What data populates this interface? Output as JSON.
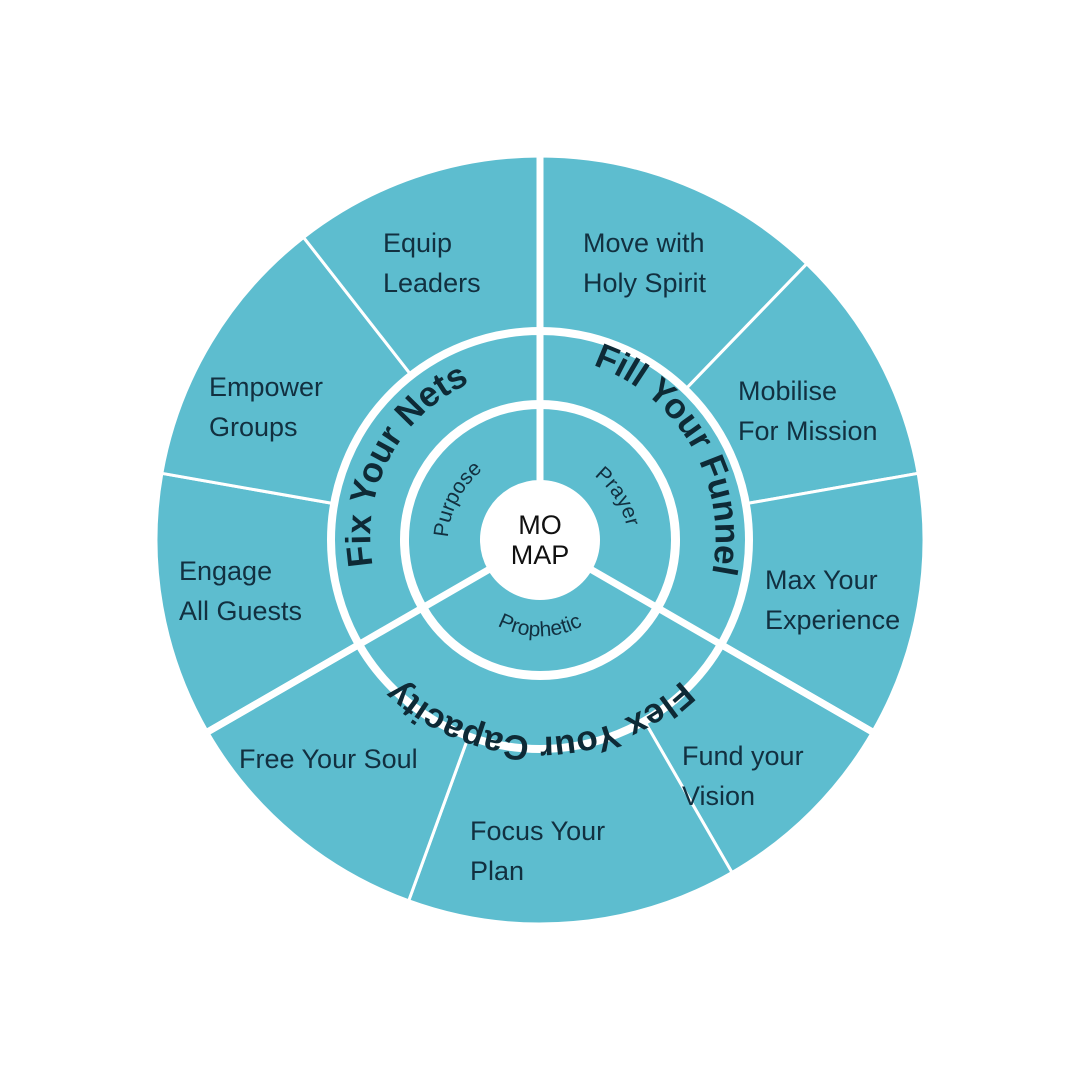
{
  "center": {
    "line1": "MO",
    "line2": "MAP"
  },
  "colors": {
    "fill": "#5dbdcf",
    "text": "#123040",
    "divider": "#ffffff",
    "center": "#ffffff"
  },
  "rings": {
    "middle": [
      {
        "label": "Fill Your Funnel"
      },
      {
        "label": "Flex Your Capacity"
      },
      {
        "label": "Fix Your Nets"
      }
    ],
    "inner": [
      {
        "label": "Prayer"
      },
      {
        "label": "Prophetic"
      },
      {
        "label": "Purpose"
      }
    ]
  },
  "outer": [
    {
      "lines": [
        "Move with",
        "Holy Spirit"
      ]
    },
    {
      "lines": [
        "Mobilise",
        "For Mission"
      ]
    },
    {
      "lines": [
        "Max Your",
        "Experience"
      ]
    },
    {
      "lines": [
        "Fund your",
        "Vision"
      ]
    },
    {
      "lines": [
        "Focus Your",
        "Plan"
      ]
    },
    {
      "lines": [
        "Free Your Soul"
      ]
    },
    {
      "lines": [
        "Engage",
        "All Guests"
      ]
    },
    {
      "lines": [
        "Empower",
        "Groups"
      ]
    },
    {
      "lines": [
        "Equip",
        "Leaders"
      ]
    }
  ]
}
